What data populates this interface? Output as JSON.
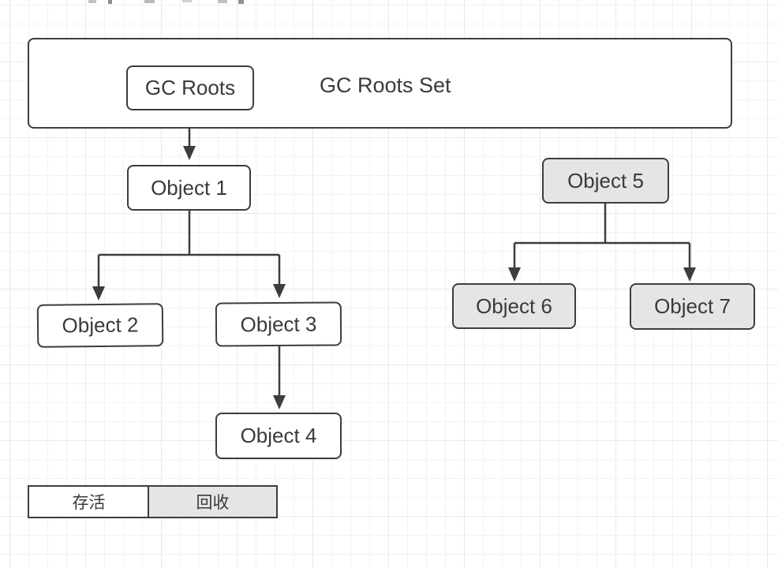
{
  "diagram": {
    "container": {
      "label": "GC Roots Set"
    },
    "nodes": {
      "gc_roots": {
        "label": "GC Roots",
        "status": "alive"
      },
      "object1": {
        "label": "Object 1",
        "status": "alive"
      },
      "object2": {
        "label": "Object 2",
        "status": "alive"
      },
      "object3": {
        "label": "Object 3",
        "status": "alive"
      },
      "object4": {
        "label": "Object 4",
        "status": "alive"
      },
      "object5": {
        "label": "Object 5",
        "status": "recycled"
      },
      "object6": {
        "label": "Object 6",
        "status": "recycled"
      },
      "object7": {
        "label": "Object 7",
        "status": "recycled"
      }
    },
    "edges": [
      {
        "from": "GC Roots",
        "to": "Object 1"
      },
      {
        "from": "Object 1",
        "to": "Object 2"
      },
      {
        "from": "Object 1",
        "to": "Object 3"
      },
      {
        "from": "Object 3",
        "to": "Object 4"
      },
      {
        "from": "Object 5",
        "to": "Object 6"
      },
      {
        "from": "Object 5",
        "to": "Object 7"
      }
    ],
    "legend": {
      "alive": {
        "label": "存活",
        "status": "alive"
      },
      "recycled": {
        "label": "回收",
        "status": "recycled"
      }
    }
  },
  "colors": {
    "stroke": "#3d3d3d",
    "ink_text": "#3a3a3a",
    "alive_fill": "#ffffff",
    "recycled_fill": "#e5e5e5",
    "grid_minor": "#f3f3f3",
    "grid_major": "#e9e9e9"
  }
}
